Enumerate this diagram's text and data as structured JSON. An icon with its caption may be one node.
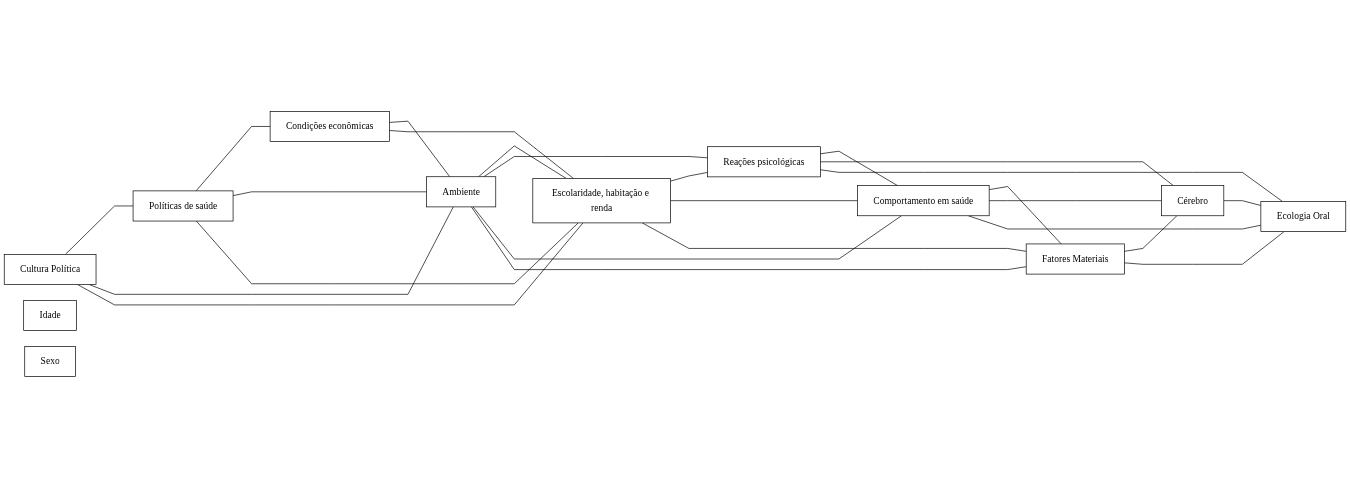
{
  "diagram": {
    "nodes": [
      {
        "text": [
          "Cultura Política"
        ]
      },
      {
        "text": [
          "Idade"
        ]
      },
      {
        "text": [
          "Políticas de saúde"
        ]
      },
      {
        "text": [
          "Sexo"
        ]
      },
      {
        "text": [
          "Condições econômicas"
        ]
      },
      {
        "text": [
          "Ambiente"
        ]
      },
      {
        "text": [
          "Escolaridade, habitação e renda"
        ]
      },
      {
        "text": [
          "Reações psicológicas"
        ]
      },
      {
        "text": [
          "Comportamento em saúde"
        ]
      },
      {
        "text": [
          "Fatores Materiais"
        ]
      },
      {
        "text": [
          "Cérebro"
        ]
      },
      {
        "text": [
          "Ecologia Oral"
        ]
      }
    ],
    "edges": [
      {
        "from": 0,
        "to": 2,
        "arrow": "none"
      },
      {
        "from": 2,
        "to": 4,
        "arrow": "none"
      },
      {
        "from": 0,
        "to": 5,
        "arrow": "none"
      },
      {
        "from": 0,
        "to": 6,
        "arrow": "none"
      },
      {
        "from": 2,
        "to": 5,
        "arrow": "none"
      },
      {
        "from": 2,
        "to": 6,
        "arrow": "none"
      },
      {
        "from": 4,
        "to": 5,
        "arrow": "none"
      },
      {
        "from": 4,
        "to": 6,
        "arrow": "none"
      },
      {
        "from": 5,
        "to": 6,
        "arrow": "none"
      },
      {
        "from": 5,
        "to": 7,
        "arrow": "none"
      },
      {
        "from": 5,
        "to": 8,
        "arrow": "none"
      },
      {
        "from": 5,
        "to": 9,
        "arrow": "none"
      },
      {
        "from": 6,
        "to": 7,
        "arrow": "none"
      },
      {
        "from": 6,
        "to": 8,
        "arrow": "none"
      },
      {
        "from": 6,
        "to": 9,
        "arrow": "none"
      },
      {
        "from": 7,
        "to": 8,
        "arrow": "none"
      },
      {
        "from": 8,
        "to": 9,
        "arrow": "none"
      },
      {
        "from": 7,
        "to": 10,
        "arrow": "none"
      },
      {
        "from": 7,
        "to": 11,
        "arrow": "none"
      },
      {
        "from": 8,
        "to": 10,
        "arrow": "none"
      },
      {
        "from": 8,
        "to": 11,
        "arrow": "none"
      },
      {
        "from": 9,
        "to": 10,
        "arrow": "none"
      },
      {
        "from": 9,
        "to": 11,
        "arrow": "none"
      },
      {
        "from": 10,
        "to": 11,
        "arrow": "none"
      }
    ]
  }
}
